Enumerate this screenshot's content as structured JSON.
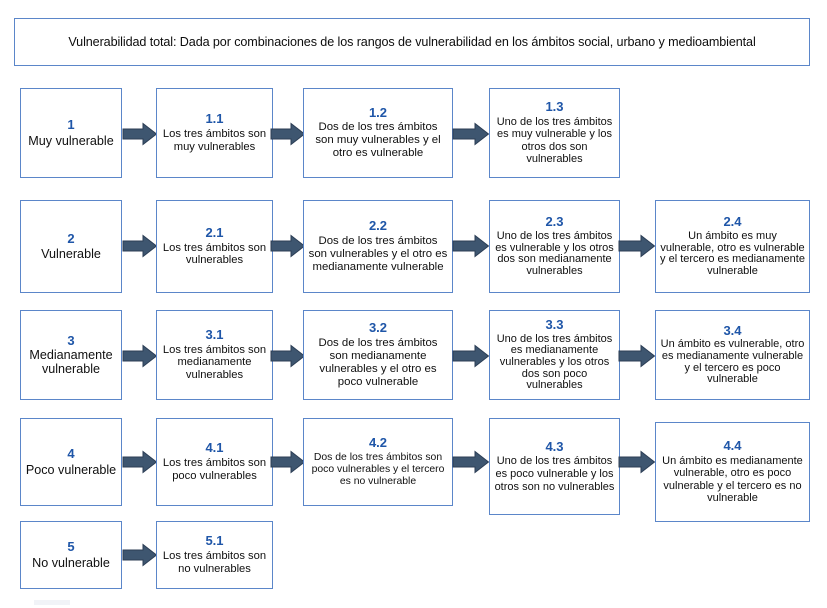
{
  "diagram": {
    "title": "Vulnerabilidad total: Dada por combinaciones de los rangos de vulnerabilidad en los ámbitos social, urbano y medioambiental",
    "colors": {
      "box_border": "#5b86c9",
      "number_text": "#1f56a8",
      "arrow_fill": "#3e5670",
      "arrow_stroke": "#2c3e55",
      "body_text": "#101010",
      "background": "#ffffff"
    },
    "rows": [
      {
        "level": {
          "num": "1",
          "body": "Muy vulnerable"
        },
        "nodes": [
          {
            "num": "1.1",
            "body": "Los tres ámbitos son muy vulnerables"
          },
          {
            "num": "1.2",
            "body": "Dos de los tres ámbitos son muy vulnerables y el otro es vulnerable"
          },
          {
            "num": "1.3",
            "body": "Uno de los tres ámbitos es muy vulnerable y los otros dos son vulnerables"
          }
        ]
      },
      {
        "level": {
          "num": "2",
          "body": "Vulnerable"
        },
        "nodes": [
          {
            "num": "2.1",
            "body": "Los tres ámbitos son vulnerables"
          },
          {
            "num": "2.2",
            "body": "Dos de los tres ámbitos son vulnerables y el otro es medianamente vulnerable"
          },
          {
            "num": "2.3",
            "body": "Uno de los tres ámbitos es vulnerable y los otros dos son medianamente vulnerables"
          },
          {
            "num": "2.4",
            "body": "Un ámbito es muy vulnerable, otro es vulnerable y el tercero es medianamente vulnerable"
          }
        ]
      },
      {
        "level": {
          "num": "3",
          "body": "Medianamente vulnerable"
        },
        "nodes": [
          {
            "num": "3.1",
            "body": "Los tres ámbitos son medianamente vulnerables"
          },
          {
            "num": "3.2",
            "body": "Dos de los tres ámbitos son medianamente vulnerables y el otro es poco vulnerable"
          },
          {
            "num": "3.3",
            "body": "Uno de los tres ámbitos es medianamente vulnerables y los otros dos son poco vulnerables"
          },
          {
            "num": "3.4",
            "body": "Un ámbito es vulnerable, otro es medianamente vulnerable y el tercero es poco vulnerable"
          }
        ]
      },
      {
        "level": {
          "num": "4",
          "body": "Poco vulnerable"
        },
        "nodes": [
          {
            "num": "4.1",
            "body": "Los tres ámbitos son poco vulnerables"
          },
          {
            "num": "4.2",
            "body": "Dos de los tres ámbitos son poco vulnerables y el tercero es no vulnerable"
          },
          {
            "num": "4.3",
            "body": "Uno de los tres ámbitos es poco vulnerable y los otros son no vulnerables"
          },
          {
            "num": "4.4",
            "body": "Un ámbito es medianamente vulnerable, otro es poco vulnerable y el tercero es no vulnerable"
          }
        ]
      },
      {
        "level": {
          "num": "5",
          "body": "No vulnerable"
        },
        "nodes": [
          {
            "num": "5.1",
            "body": "Los tres ámbitos son no vulnerables"
          }
        ]
      }
    ]
  }
}
